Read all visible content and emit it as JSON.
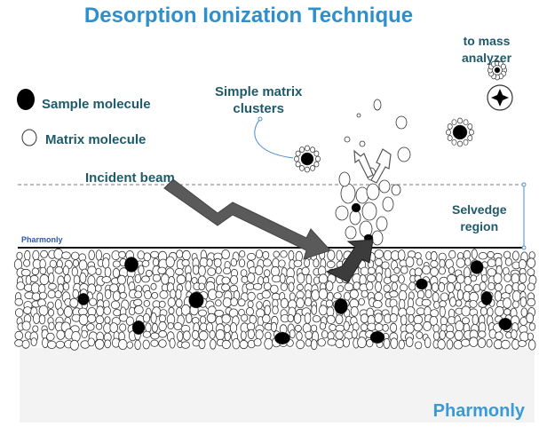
{
  "title": "Desorption Ionization Technique",
  "legend": {
    "sample_label": "Sample molecule",
    "matrix_label": "Matrix molecule"
  },
  "labels": {
    "clusters": "Simple matrix\nclusters",
    "incident_beam": "Incident beam",
    "to_mass_analyzer": "to mass\nanalyzer",
    "selvedge": "Selvedge\nregion"
  },
  "watermarks": {
    "small": "Pharmonly",
    "large": "Pharmonly"
  },
  "colors": {
    "title": "#2e8fcb",
    "label_text": "#1f5a6b",
    "beam": "#555555",
    "sample": "#000000",
    "bracket": "#4a8fd0"
  }
}
